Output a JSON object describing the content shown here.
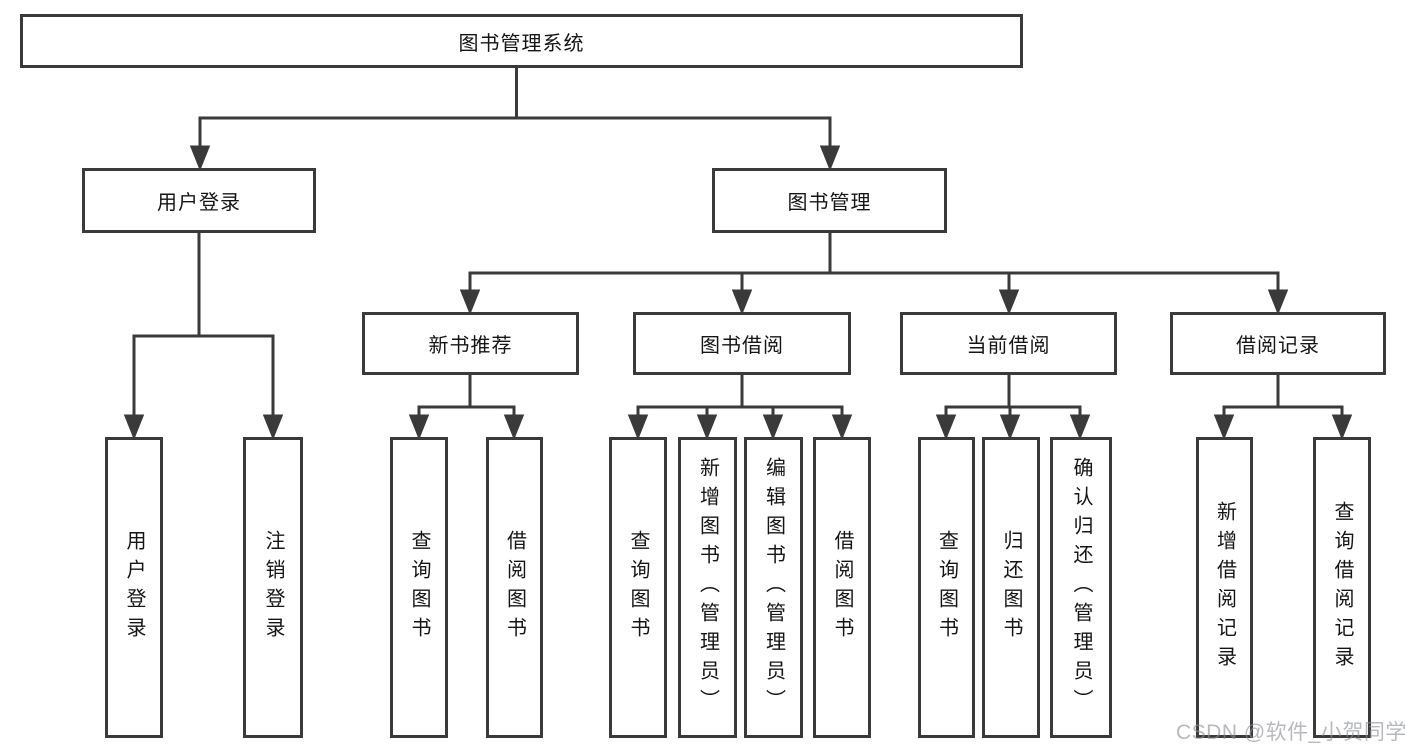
{
  "nodes": {
    "root": "图书管理系统",
    "user_login": "用户登录",
    "book_mgmt": "图书管理",
    "new_book_rec": "新书推荐",
    "book_borrow": "图书借阅",
    "current_borrow": "当前借阅",
    "borrow_records": "借阅记录",
    "leaf_user_login": "用户登录",
    "leaf_logout": "注销登录",
    "leaf_query_books_rec": "查询图书",
    "leaf_borrow_books_rec": "借阅图书",
    "leaf_query_books_borrow": "查询图书",
    "leaf_add_books_admin": "新增图书（管理员）",
    "leaf_edit_books_admin": "编辑图书（管理员）",
    "leaf_borrow_books_borrow": "借阅图书",
    "leaf_query_books_current": "查询图书",
    "leaf_return_books": "归还图书",
    "leaf_confirm_return_admin": "确认归还（管理员）",
    "leaf_add_borrow_record": "新增借阅记录",
    "leaf_query_borrow_record": "查询借阅记录"
  },
  "watermark": "CSDN @软件_小贺同学",
  "colors": {
    "line": "#3a3a3a",
    "text": "#151515",
    "background": "#ffffff",
    "watermark": "#8a8e94"
  }
}
